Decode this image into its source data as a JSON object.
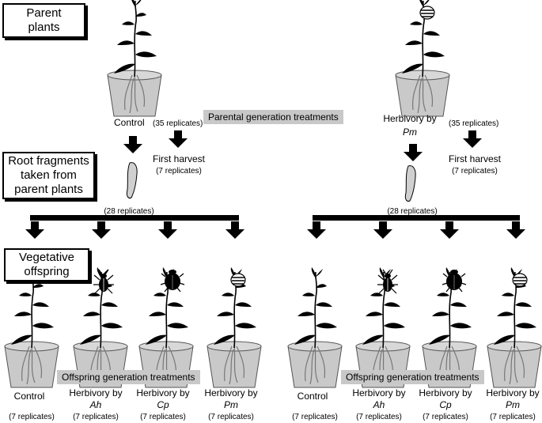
{
  "boxes": {
    "parent": "Parent\nplants",
    "root": "Root fragments\ntaken from\nparent plants",
    "veg": "Vegetative\noffspring"
  },
  "parental": {
    "treatments_label": "Parental generation treatments",
    "left": {
      "name": "Control",
      "replicates": "(35 replicates)",
      "harvest": "First harvest",
      "harvest_reps": "(7 replicates)",
      "fragments": "(28 replicates)"
    },
    "right": {
      "name_line1": "Herbivory by",
      "name_line2": "Pm",
      "replicates": "(35 replicates)",
      "harvest": "First harvest",
      "harvest_reps": "(7 replicates)",
      "fragments": "(28 replicates)"
    }
  },
  "offspring": {
    "treatments_label": "Offspring generation treatments",
    "groups": [
      {
        "label1": "Control",
        "label2": "",
        "reps": "(7 replicates)"
      },
      {
        "label1": "Herbivory by",
        "label2": "Ah",
        "reps": "(7 replicates)"
      },
      {
        "label1": "Herbivory by",
        "label2": "Cp",
        "reps": "(7 replicates)"
      },
      {
        "label1": "Herbivory by",
        "label2": "Pm",
        "reps": "(7 replicates)"
      }
    ]
  },
  "icons": [
    "plant-pot-icon",
    "root-fragment-icon",
    "beetle-icon",
    "chafer-beetle-icon",
    "larva-icon",
    "down-arrow-icon"
  ]
}
